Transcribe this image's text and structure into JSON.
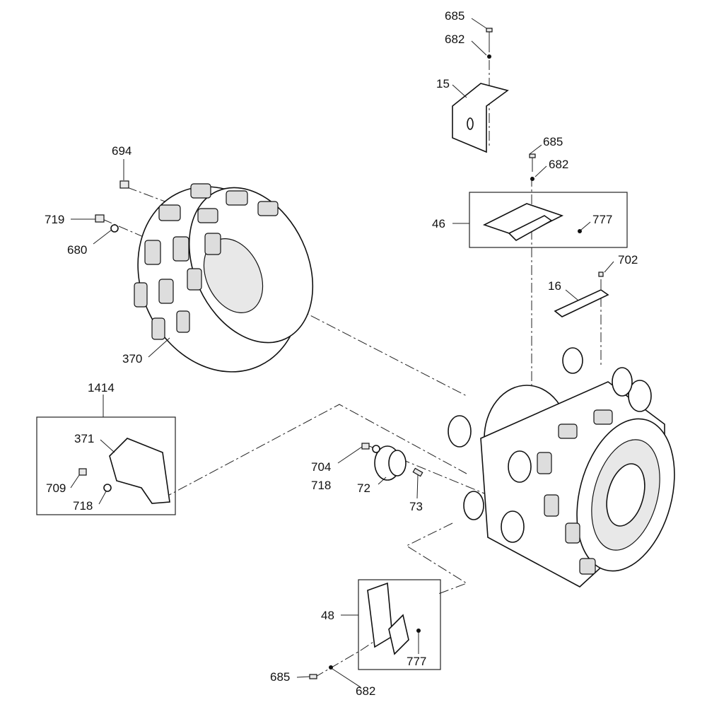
{
  "diagram": {
    "callouts": [
      {
        "id": "685",
        "label": "685"
      },
      {
        "id": "682",
        "label": "682"
      },
      {
        "id": "15",
        "label": "15"
      },
      {
        "id": "694",
        "label": "694"
      },
      {
        "id": "685b",
        "label": "685"
      },
      {
        "id": "682b",
        "label": "682"
      },
      {
        "id": "719",
        "label": "719"
      },
      {
        "id": "46",
        "label": "46"
      },
      {
        "id": "777",
        "label": "777"
      },
      {
        "id": "680",
        "label": "680"
      },
      {
        "id": "702",
        "label": "702"
      },
      {
        "id": "16",
        "label": "16"
      },
      {
        "id": "370",
        "label": "370"
      },
      {
        "id": "1414",
        "label": "1414"
      },
      {
        "id": "371",
        "label": "371"
      },
      {
        "id": "704",
        "label": "704"
      },
      {
        "id": "718",
        "label": "718"
      },
      {
        "id": "72",
        "label": "72"
      },
      {
        "id": "709",
        "label": "709"
      },
      {
        "id": "718b",
        "label": "718"
      },
      {
        "id": "73",
        "label": "73"
      },
      {
        "id": "48",
        "label": "48"
      },
      {
        "id": "777b",
        "label": "777"
      },
      {
        "id": "685c",
        "label": "685"
      },
      {
        "id": "682c",
        "label": "682"
      }
    ]
  }
}
